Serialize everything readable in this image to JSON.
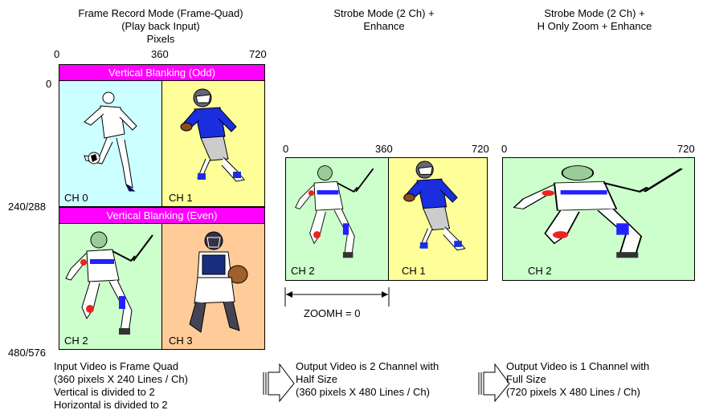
{
  "colors": {
    "cyan": "#ccffff",
    "yellow": "#ffff99",
    "green": "#ccffcc",
    "orange": "#ffcc99",
    "magenta": "#ff00ff"
  },
  "panel1": {
    "title_lines": [
      "Frame Record Mode (Frame-Quad)",
      "(Play back Input)",
      "Pixels"
    ],
    "x_ticks": [
      "0",
      "360",
      "720"
    ],
    "y_ticks": [
      "0",
      "240/288",
      "480/576"
    ],
    "blank_odd": "Vertical Blanking (Odd)",
    "blank_even": "Vertical Blanking (Even)",
    "cells": [
      "CH 0",
      "CH 1",
      "CH 2",
      "CH 3"
    ],
    "caption_lines": [
      "Input Video is Frame Quad",
      "(360 pixels X 240 Lines / Ch)",
      "Vertical is divided to 2",
      "Horizontal is divided to 2"
    ]
  },
  "panel2": {
    "title_lines": [
      "Strobe Mode (2 Ch) +",
      "Enhance"
    ],
    "x_ticks": [
      "0",
      "360",
      "720"
    ],
    "cells": [
      "CH 2",
      "CH 1"
    ],
    "zoom_label": "ZOOMH = 0",
    "caption_lines": [
      "Output Video is 2 Channel with",
      "Half Size",
      "(360 pixels X 480 Lines / Ch)"
    ]
  },
  "panel3": {
    "title_lines": [
      "Strobe Mode (2 Ch) +",
      "H Only Zoom + Enhance"
    ],
    "x_ticks": [
      "0",
      "720"
    ],
    "cells": [
      "CH 2"
    ],
    "caption_lines": [
      "Output Video is 1 Channel with",
      "Full Size",
      "(720 pixels X 480 Lines / Ch)"
    ]
  },
  "icons": {
    "arrow1": "hollow-right-arrow-icon",
    "arrow2": "hollow-right-arrow-icon"
  }
}
